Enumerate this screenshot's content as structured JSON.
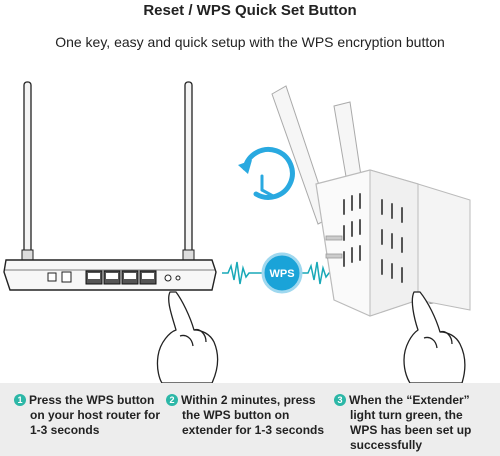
{
  "title": "Reset / WPS Quick Set Button",
  "subtitle": "One key, easy and quick setup with the WPS encryption button",
  "wps_badge": "WPS",
  "colors": {
    "wave": "#19a9b8",
    "badge": "#1aa3d8",
    "clock": "#29a9e0",
    "step_number": "#2cb7a7",
    "steps_background": "#ededed"
  },
  "icons": [
    "clock-timer-icon",
    "router-icon",
    "extender-icon",
    "hand-pointer-icon"
  ],
  "steps": [
    {
      "number": "1",
      "lines": [
        "Press the WPS button",
        "on your host router for",
        "1-3 seconds"
      ]
    },
    {
      "number": "2",
      "lines": [
        "Within 2 minutes, press",
        "the WPS button on",
        "extender for 1-3 seconds"
      ]
    },
    {
      "number": "3",
      "lines": [
        "When the “Extender”",
        "light turn green, the",
        "WPS has been set up",
        "successfully"
      ]
    }
  ]
}
